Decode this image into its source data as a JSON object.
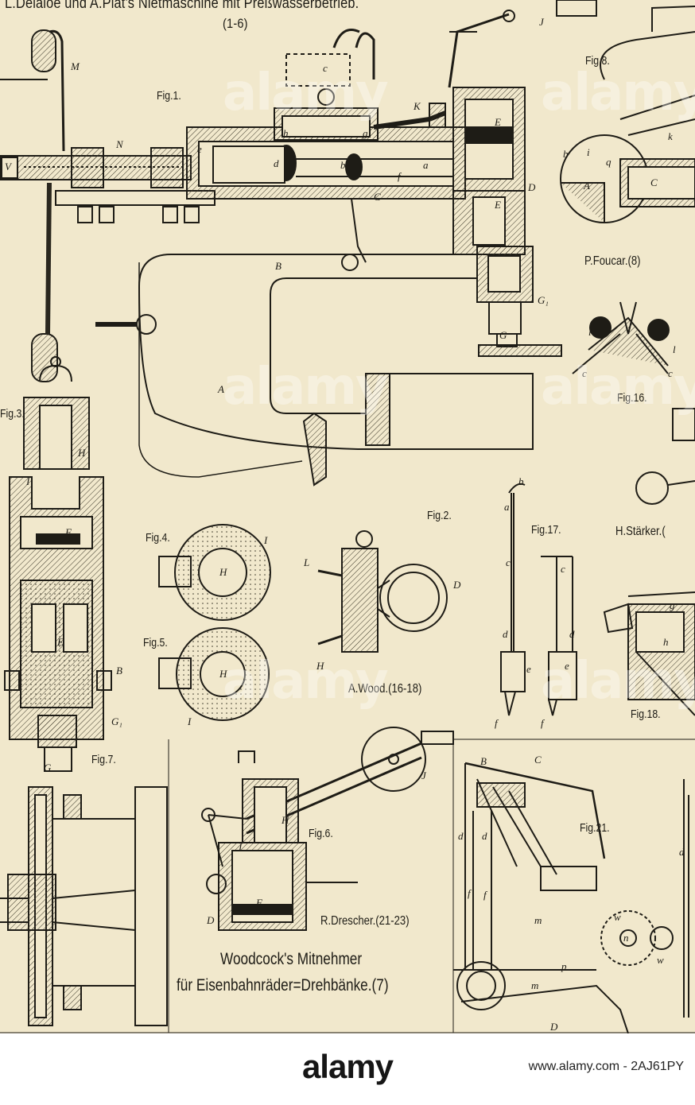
{
  "plate": {
    "title_line1": "L.Delaloe und A.Piat's Nietmaschine mit Preßwasserbetrieb.",
    "title_line2": "(1-6)",
    "figures": {
      "fig1": "Fig.1.",
      "fig2": "Fig.2.",
      "fig3": "Fig.3.",
      "fig4": "Fig.4.",
      "fig5": "Fig.5.",
      "fig6": "Fig.6.",
      "fig7": "Fig.7.",
      "fig8": "Fig.8.",
      "fig16": "Fig.16.",
      "fig17": "Fig.17.",
      "fig18": "Fig.18.",
      "fig21": "Fig.21."
    },
    "credits": {
      "foucar": "P.Foucar.(8)",
      "staerker": "H.Stärker.(",
      "wood": "A.Wood.(16-18)",
      "drescher": "R.Drescher.(21-23)"
    },
    "caption_line1": "Woodcock's Mitnehmer",
    "caption_line2": "für Eisenbahnräder=Drehbänke.(7)",
    "part_letters": {
      "M": "M",
      "N": "N",
      "V": "V",
      "A": "A",
      "B": "B",
      "C": "C",
      "D": "D",
      "E": "E",
      "G": "G",
      "G1": "G₁",
      "K": "K",
      "J": "J",
      "H": "H",
      "I": "I",
      "F": "F",
      "L": "L",
      "c": "c",
      "e": "e",
      "h": "h",
      "d": "d",
      "b": "b",
      "a": "a",
      "f": "f",
      "g": "g",
      "i": "i",
      "k": "k",
      "l": "l",
      "m": "m",
      "p": "p",
      "n": "n",
      "w": "w",
      "q": "q"
    }
  },
  "footer": {
    "brand": "alamy",
    "stock_id": "www.alamy.com - 2AJ61PY",
    "watermark": "alamy"
  },
  "colors": {
    "paper": "#f1e8cc",
    "ink": "#1e1c16",
    "hatch": "#3a3628"
  }
}
